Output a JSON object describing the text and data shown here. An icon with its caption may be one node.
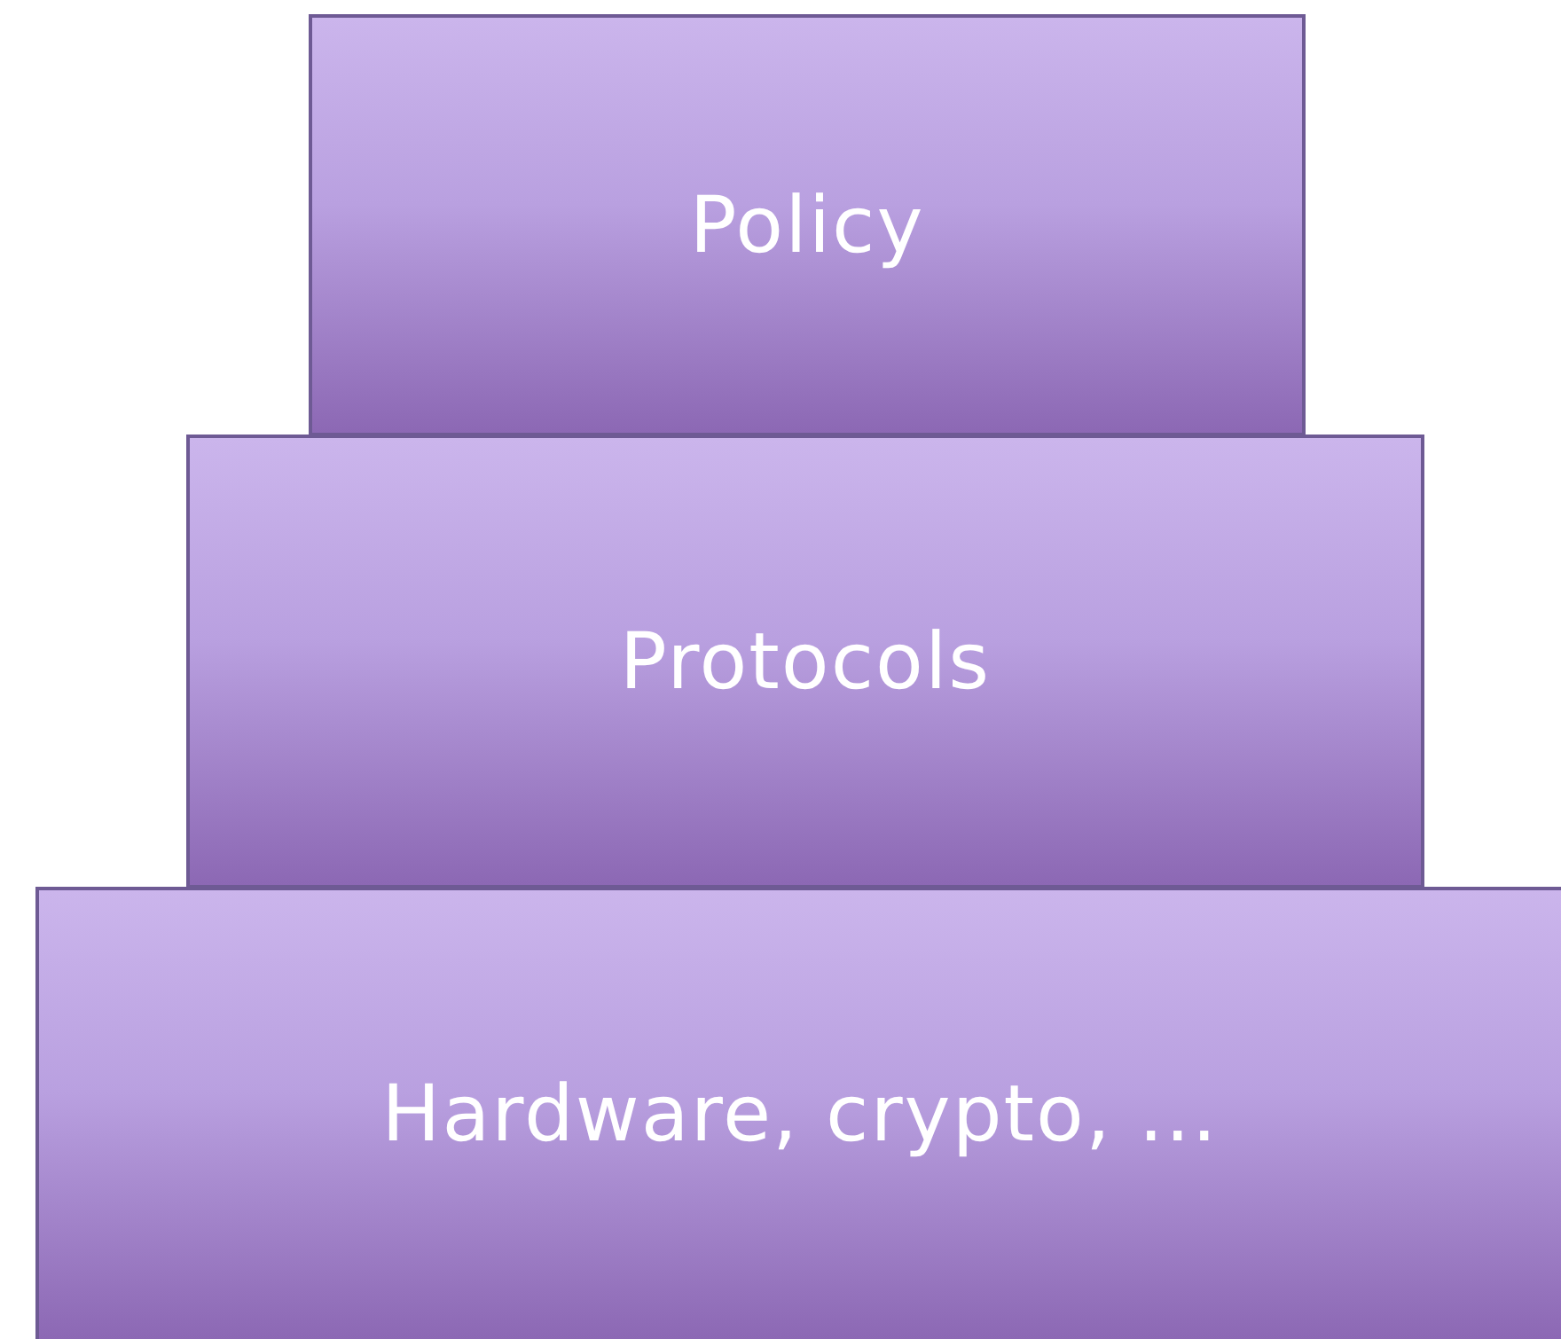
{
  "diagram": {
    "nodes": [
      {
        "text": [
          "Policy"
        ]
      },
      {
        "text": [
          "Protocols"
        ]
      },
      {
        "text": [
          "Hardware, crypto, ..."
        ]
      }
    ]
  }
}
